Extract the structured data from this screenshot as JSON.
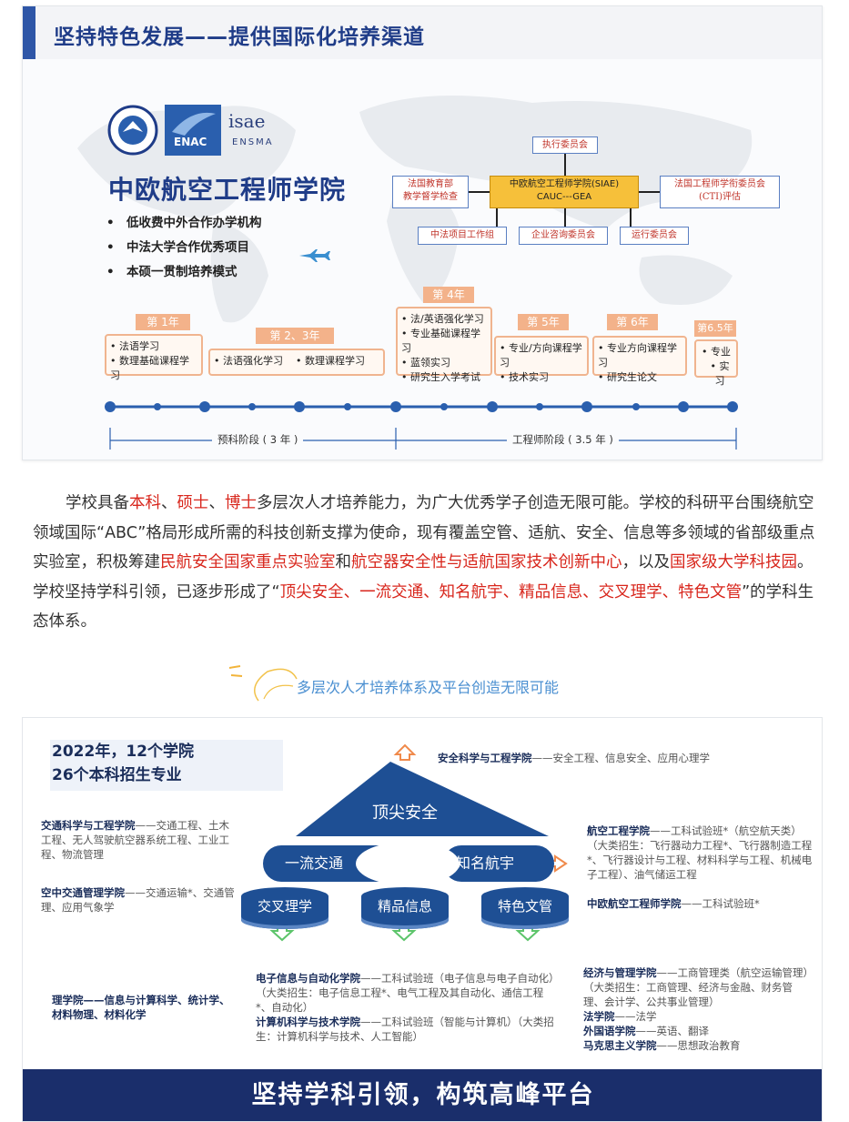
{
  "slide1": {
    "title": "坚持特色发展——提供国际化培养渠道",
    "logos": {
      "enac": "ENAC",
      "isae": "isae",
      "ensma": "ENSMA"
    },
    "school_name": "中欧航空工程师学院",
    "bullets": [
      "低收费中外合作办学机构",
      "中法大学合作优秀项目",
      "本硕一贯制培养模式"
    ],
    "org": {
      "top": "执行委员会",
      "center_line1": "中欧航空工程师学院(SIAE)",
      "center_line2": "CAUC---GEA",
      "left_line1": "法国教育部",
      "left_line2": "教学督学检查",
      "right_line1": "法国工程师学衔委员会",
      "right_line2": "(CTI)评估",
      "bottom": [
        "中法项目工作组",
        "企业咨询委员会",
        "运行委员会"
      ]
    },
    "stages": [
      {
        "label": "第 1年",
        "items": [
          "法语学习",
          "数理基础课程学习"
        ]
      },
      {
        "label": "第 2、3年",
        "items": [
          "法语强化学习",
          "数理课程学习"
        ]
      },
      {
        "label": "第 4年",
        "items": [
          "法/英语强化学习",
          "专业基础课程学习",
          "蓝领实习",
          "研究生入学考试"
        ]
      },
      {
        "label": "第 5年",
        "items": [
          "专业/方向课程学习",
          "技术实习"
        ]
      },
      {
        "label": "第 6年",
        "items": [
          "专业方向课程学习",
          "研究生论文"
        ]
      },
      {
        "label": "第6.5年",
        "items": [
          "专业",
          "实习"
        ]
      }
    ],
    "phases": {
      "prep": "预科阶段 ( 3 年 )",
      "eng": "工程师阶段 ( 3.5 年 )"
    }
  },
  "paragraph": {
    "p1": "学校具备",
    "h1": "本科",
    "s1": "、",
    "h2": "硕士",
    "s2": "、",
    "h3": "博士",
    "p2": "多层次人才培养能力，为广大优秀学子创造无限可能。学校的科研平台围绕航空领域国际“ABC”格局形成所需的科技创新支撑为使命，现有覆盖空管、适航、安全、信息等多领域的省部级重点实验室，积极筹建",
    "h4": "民航安全国家重点实验室",
    "p3": "和",
    "h5": "航空器安全性与适航国家技术创新中心",
    "p4": "，以及",
    "h6": "国家级大学科技园",
    "p5": "。学校坚持学科引领，已逐步形成了“",
    "h7": "顶尖安全、一流交通、知名航宇、精品信息、交叉理学、特色文管",
    "p6": "”的学科生态体系。"
  },
  "caption": "多层次人才培养体系及平台创造无限可能",
  "slide2": {
    "year_line1": "2022年，12个学院",
    "year_line2": "26个本科招生专业",
    "pyramid_top": "顶尖安全",
    "oval_left": "一流交通",
    "oval_right": "知名航宇",
    "discs": [
      "交叉理学",
      "精品信息",
      "特色文管"
    ],
    "blocks": {
      "safety_name": "安全科学与工程学院",
      "safety_desc": "——安全工程、信息安全、应用心理学",
      "traffic_name": "交通科学与工程学院",
      "traffic_desc": "——交通工程、土木工程、无人驾驶航空器系统工程、工业工程、物流管理",
      "atm_name": "空中交通管理学院",
      "atm_desc": "——交通运输*、交通管理、应用气象学",
      "aero_name": "航空工程学院",
      "aero_desc": "——工科试验班*（航空航天类）（大类招生：飞行器动力工程*、飞行器制造工程*、飞行器设计与工程、材料科学与工程、机械电子工程）、油气储运工程",
      "siae_name": "中欧航空工程师学院",
      "siae_desc": "——工科试验班*",
      "science_name": "理学院",
      "science_desc": "——信息与计算科学、统计学、材料物理、材料化学",
      "ee_name": "电子信息与自动化学院",
      "ee_desc": "——工科试验班（电子信息与电子自动化）（大类招生：电子信息工程*、电气工程及其自动化、通信工程*、自动化）",
      "cs_name": "计算机科学与技术学院",
      "cs_desc": "——工科试验班（智能与计算机）（大类招生：计算机科学与技术、人工智能）",
      "em_name": "经济与管理学院",
      "em_desc": "——工商管理类（航空运输管理）（大类招生：工商管理、经济与金融、财务管理、会计学、公共事业管理）",
      "law_name": "法学院",
      "law_desc": "——法学",
      "fl_name": "外国语学院",
      "fl_desc": "——英语、翻译",
      "marx_name": "马克思主义学院",
      "marx_desc": "——思想政治教育"
    },
    "footer": "坚持学科引领，构筑高峰平台"
  }
}
